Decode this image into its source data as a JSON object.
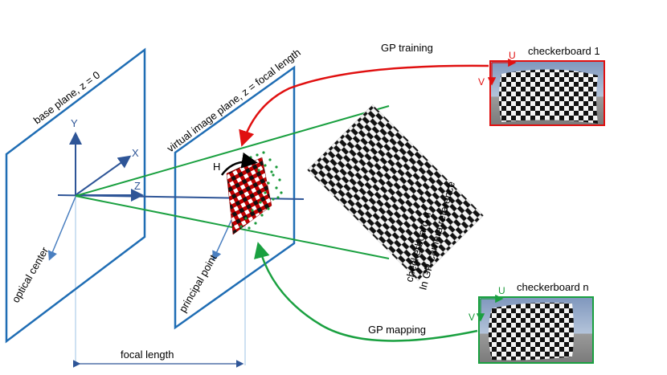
{
  "labels": {
    "base_plane": "base plane, z = 0",
    "virtual_plane": "virtual image plane, z = focal length",
    "optical_center": "optical center",
    "principal_point": "principal point",
    "focal_length": "focal length",
    "axis_x": "X",
    "axis_y": "Y",
    "axis_z": "Z",
    "homography": "H",
    "gp_training": "GP training",
    "gp_mapping": "GP mapping",
    "checkerboard_1": "checkerboard 1",
    "checkerboard_n": "checkerboard n",
    "checkerboard_n_rotated": "checkerboard n",
    "gp_camera_reference": "In GP-camera reference",
    "u_label_1": "U",
    "v_label_1": "V",
    "u_label_n": "U",
    "v_label_n": "V"
  },
  "colors": {
    "plane_border": "#1f6db4",
    "axis": "#2e5597",
    "training_arrow": "#e01010",
    "mapping_arrow": "#1aa040",
    "projection_lines": "#1aa040",
    "guide_lines": "#9dc3e6",
    "checker_dark": "#111111",
    "checker_red": "#c00000",
    "dot_green": "#1a9a3a",
    "sky_top": "#8ea6c8",
    "ground": "#8a8a8a"
  }
}
